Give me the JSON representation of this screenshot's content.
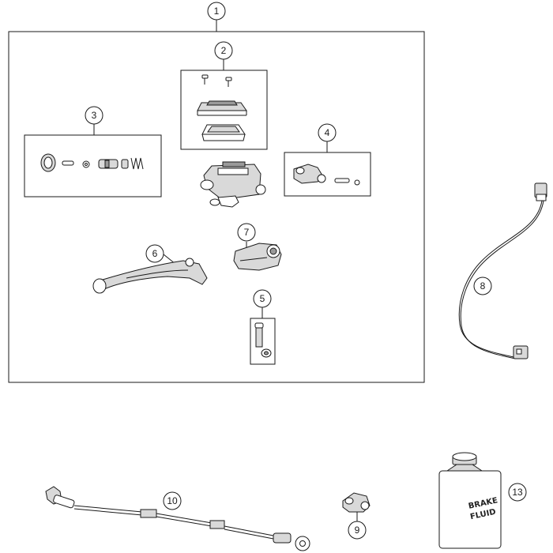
{
  "diagram": {
    "callouts": [
      {
        "id": "c1",
        "label": "1"
      },
      {
        "id": "c2",
        "label": "2"
      },
      {
        "id": "c3",
        "label": "3"
      },
      {
        "id": "c4",
        "label": "4"
      },
      {
        "id": "c5",
        "label": "5"
      },
      {
        "id": "c6",
        "label": "6"
      },
      {
        "id": "c7",
        "label": "7"
      },
      {
        "id": "c8",
        "label": "8"
      },
      {
        "id": "c9",
        "label": "9"
      },
      {
        "id": "c10",
        "label": "10"
      },
      {
        "id": "c13",
        "label": "13"
      }
    ],
    "fluid_label": {
      "line1": "BRAKE",
      "line2": "FLUID"
    }
  }
}
